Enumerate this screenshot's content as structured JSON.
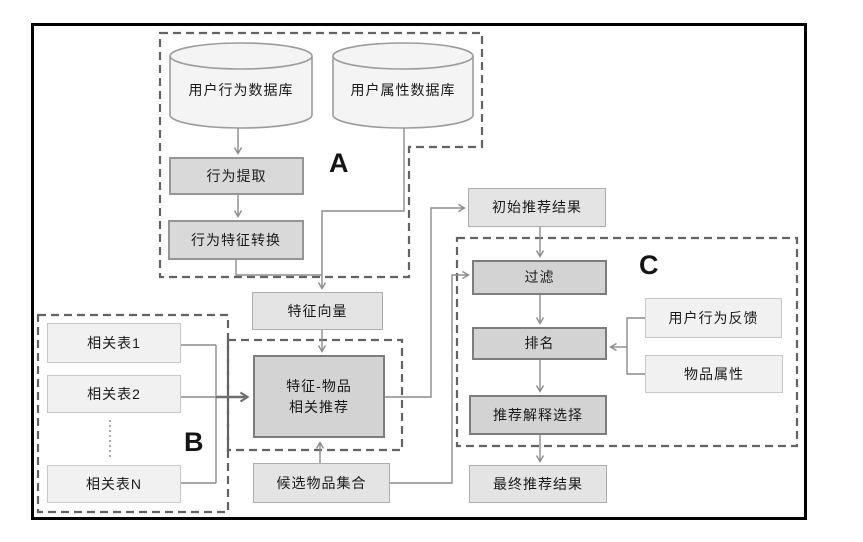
{
  "diagram": {
    "title_semantic": "recommendation-system-flow-diagram",
    "section_a_label": "A",
    "section_b_label": "B",
    "section_c_label": "C",
    "nodes": {
      "user_behavior_db": "用户行为数据库",
      "user_attr_db": "用户属性数据库",
      "behavior_extraction": "行为提取",
      "behavior_feature_conversion": "行为特征转换",
      "feature_vector": "特征向量",
      "initial_result": "初始推荐结果",
      "filter": "过滤",
      "ranking": "排名",
      "user_behavior_feedback": "用户行为反馈",
      "item_attributes": "物品属性",
      "explanation_selection": "推荐解释选择",
      "final_result": "最终推荐结果",
      "feature_item_line1": "特征-物品",
      "feature_item_line2": "相关推荐",
      "candidate_set": "候选物品集合",
      "related_table_1": "相关表1",
      "related_table_2": "相关表2",
      "related_table_n": "相关表N"
    },
    "colors": {
      "line": "#8c8c8c",
      "thick_line": "#6e6e6e",
      "dashed_border": "#636363",
      "dark_fill": "#d3d3d3",
      "dark_border": "#7d7d7d",
      "mid_fill": "#d9d9d9",
      "mid_border": "#969696",
      "light_fill": "#e4e4e4",
      "light_border": "#aeaeae",
      "lighter_fill": "#f1f1f1",
      "lighter_border": "#c8c8c8",
      "cylinder_fill": "#f4f4f4",
      "cylinder_border": "#9c9c9c",
      "frame_border": "#000000",
      "text": "#1a1a1a",
      "background": "#ffffff"
    }
  }
}
